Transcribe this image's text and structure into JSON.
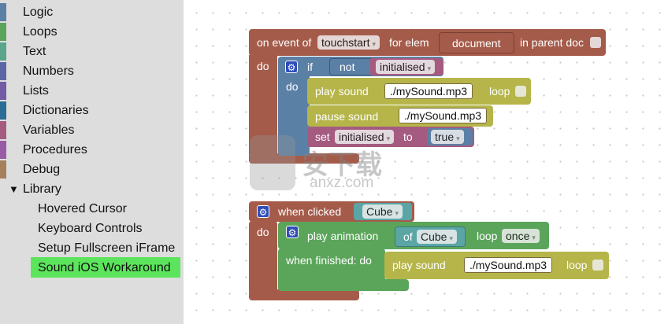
{
  "toolbox": {
    "categories": [
      {
        "label": "Logic",
        "color": "#5b80a5"
      },
      {
        "label": "Loops",
        "color": "#5ba55b"
      },
      {
        "label": "Text",
        "color": "#5ba58c"
      },
      {
        "label": "Numbers",
        "color": "#5b67a5"
      },
      {
        "label": "Lists",
        "color": "#745ba5"
      },
      {
        "label": "Dictionaries",
        "color": "#2a6d95"
      },
      {
        "label": "Variables",
        "color": "#a55b80"
      },
      {
        "label": "Procedures",
        "color": "#995ba5"
      },
      {
        "label": "Debug",
        "color": "#a5805b"
      }
    ],
    "library": {
      "arrow": "▼",
      "label": "Library",
      "items": [
        "Hovered Cursor",
        "Keyboard Controls",
        "Setup Fullscreen iFrame",
        "Sound iOS Workaround"
      ]
    }
  },
  "workspace": {
    "event_block": {
      "prefix": "on event of",
      "event": "touchstart",
      "for_elem": "for elem",
      "document": "document",
      "in_parent_doc": "in parent doc",
      "do": "do"
    },
    "if_block": {
      "if": "if",
      "not": "not",
      "variable": "initialised",
      "do": "do"
    },
    "play_sound_1": {
      "label": "play sound",
      "file": "./mySound.mp3",
      "loop": "loop"
    },
    "pause_sound": {
      "label": "pause sound",
      "file": "./mySound.mp3"
    },
    "set_block": {
      "set": "set",
      "variable": "initialised",
      "to": "to",
      "value": "true"
    },
    "clicked_block": {
      "label": "when clicked",
      "object": "Cube",
      "do": "do"
    },
    "play_animation": {
      "label": "play animation",
      "of": "of",
      "object": "Cube",
      "loop": "loop",
      "loop_mode": "once",
      "when_finished": "when finished: do"
    },
    "play_sound_2": {
      "label": "play sound",
      "file": "./mySound.mp3",
      "loop": "loop"
    },
    "dropdown_arrow": "▾",
    "gear_glyph": "⚙"
  },
  "watermark": {
    "text": "安下载",
    "subtext": "anxz.com"
  },
  "colors": {
    "event": "#a55b4a",
    "logic": "#5b80a5",
    "sound": "#b5b54a",
    "variables": "#a55b80",
    "cube": "#5ba5a5",
    "animation": "#5ba55b",
    "selection": "#5ce55c"
  }
}
